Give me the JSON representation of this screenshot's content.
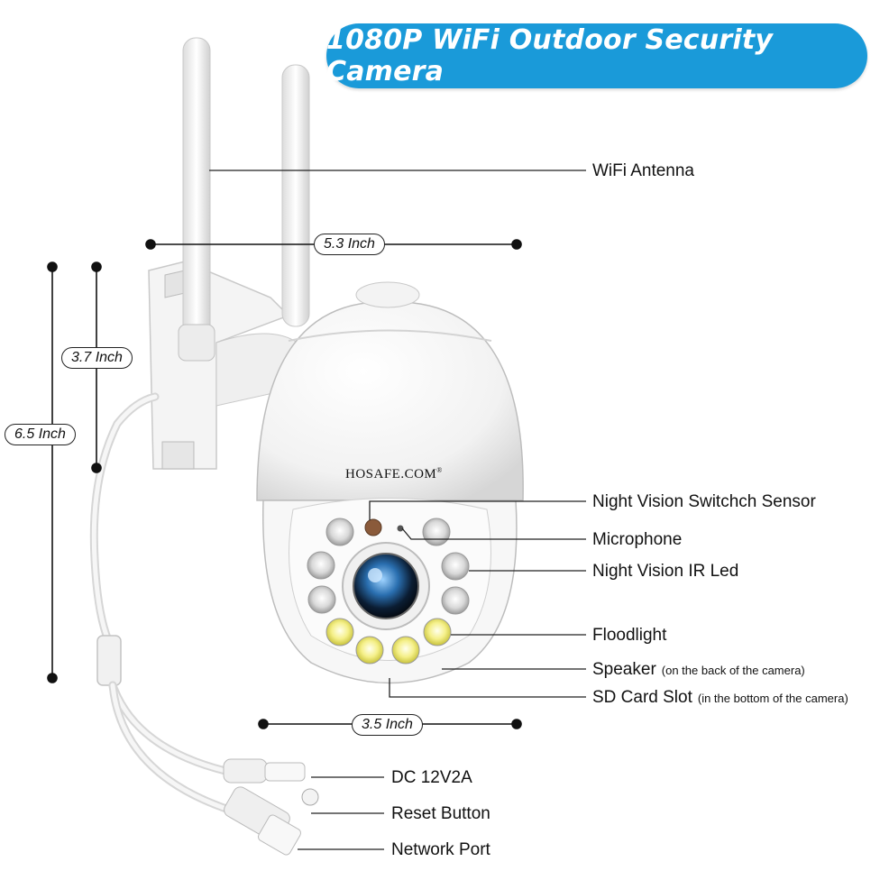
{
  "title": "1080P WiFi Outdoor Security Camera",
  "brand": "HOSAFE.COM",
  "brand_mark": "®",
  "dimensions": {
    "width_top": "5.3 Inch",
    "height_inner": "3.7 Inch",
    "height_total": "6.5 Inch",
    "width_bottom": "3.5 Inch"
  },
  "callouts": {
    "wifi_antenna": "WiFi Antenna",
    "night_sensor": "Night Vision Switchch Sensor",
    "microphone": "Microphone",
    "ir_led": "Night Vision IR Led",
    "floodlight": "Floodlight",
    "speaker": "Speaker",
    "speaker_note": "(on the back of the camera)",
    "sd_slot": "SD Card Slot",
    "sd_note": "(in the bottom of the camera)",
    "dc_power": "DC 12V2A",
    "reset_button": "Reset Button",
    "network_port": "Network Port"
  }
}
